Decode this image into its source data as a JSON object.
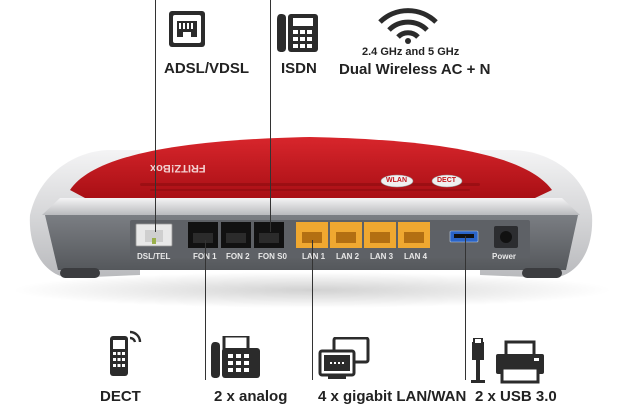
{
  "features": {
    "adsl": {
      "label": "ADSL/VDSL",
      "icon": "ethernet-port-icon"
    },
    "isdn": {
      "label": "ISDN",
      "icon": "desk-phone-icon"
    },
    "wireless": {
      "band_label": "2.4 GHz and 5 GHz",
      "label": "Dual Wireless AC + N",
      "icon": "wifi-icon"
    },
    "dect": {
      "label": "DECT",
      "icon": "cordless-phone-icon"
    },
    "analog": {
      "label": "2 x analog",
      "icon": "fax-phone-icon"
    },
    "lan": {
      "label": "4 x gigabit LAN/WAN",
      "icon": "network-computers-icon"
    },
    "usb": {
      "label": "2 x USB 3.0",
      "icon": "usb-printer-icon"
    }
  },
  "router": {
    "brand": "FRITZ!Box",
    "buttons": [
      "WLAN",
      "DECT"
    ],
    "ports": {
      "dsl": "DSL/TEL",
      "fon": [
        "FON 1",
        "FON 2",
        "FON S0"
      ],
      "lan": [
        "LAN 1",
        "LAN 2",
        "LAN 3",
        "LAN 4"
      ],
      "power": "Power"
    },
    "colors": {
      "shell_red": "#c4161c",
      "shell_silver": "#d9d9db",
      "back_panel": "#6a6d72",
      "lan_port": "#f0a830"
    }
  }
}
